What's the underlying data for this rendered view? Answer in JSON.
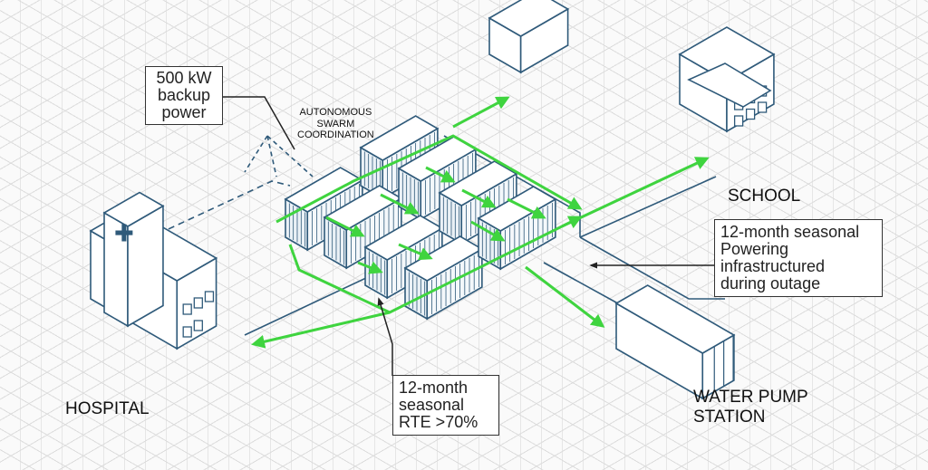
{
  "labels": {
    "backup_power": [
      "500 kW",
      "backup",
      "power"
    ],
    "swarm": [
      "AUTONOMOUS",
      "SWARM",
      "COORDINATION"
    ],
    "school": "SCHOOL",
    "hospital": "HOSPITAL",
    "water_pump": [
      "WATER PUMP",
      "STATION"
    ],
    "seasonal_powering": [
      "12-month seasonal",
      "Powering",
      "infrastructured",
      "during outage"
    ],
    "seasonal_rte": [
      "12-month",
      "seasonal",
      "RTE >70%"
    ]
  },
  "colors": {
    "line": "#2f5a7a",
    "flow": "#3fd43f",
    "grid": "#dcdcdc"
  }
}
